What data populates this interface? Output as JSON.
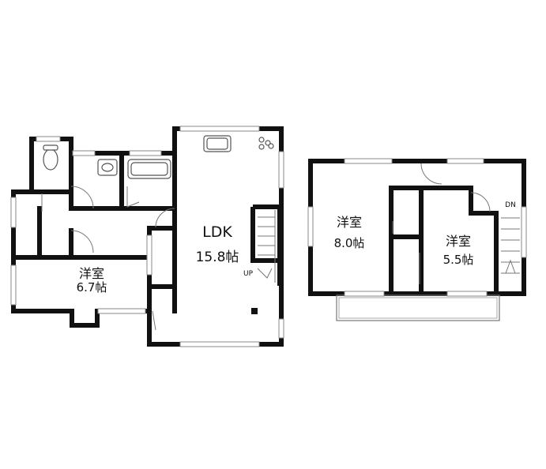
{
  "floor1": {
    "western_room": {
      "name": "洋室",
      "size": "6.7帖"
    },
    "ldk": {
      "name": "LDK",
      "size": "15.8帖"
    },
    "stair_label": "UP"
  },
  "floor2": {
    "western_room_large": {
      "name": "洋室",
      "size": "8.0帖"
    },
    "western_room_small": {
      "name": "洋室",
      "size": "5.5帖"
    },
    "stair_label": "DN"
  },
  "colors": {
    "wall": "#111111",
    "window": "#888888",
    "background": "#ffffff"
  }
}
